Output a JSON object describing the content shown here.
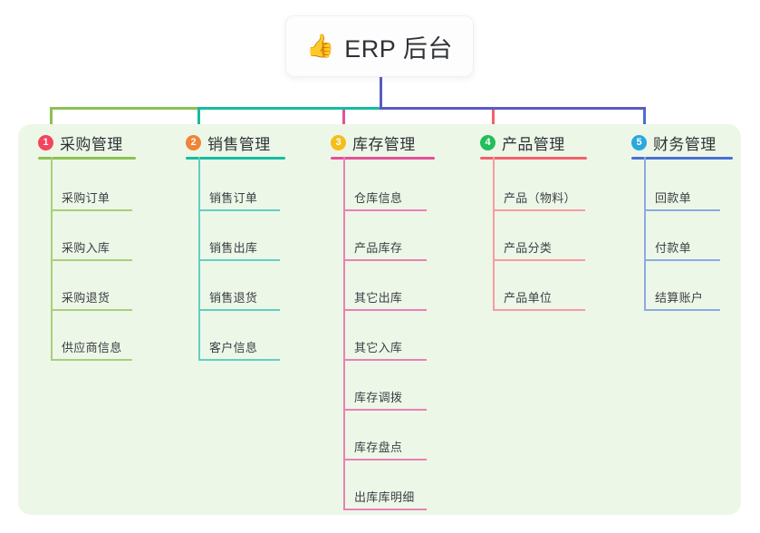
{
  "diagram": {
    "type": "mindmap-tree",
    "canvas_bg": "#ffffff",
    "panel_bg": "#EDF7E7",
    "root": {
      "icon": "thumbs-up-icon",
      "icon_glyph": "👍",
      "title": "ERP 后台",
      "connector_color": "#5B5BC4"
    },
    "bus": {
      "segments": [
        {
          "color": "#8CC152"
        },
        {
          "color": "#17BCA0"
        },
        {
          "color": "#5B5BC4"
        }
      ]
    },
    "branches": [
      {
        "index": "1",
        "title": "采购管理",
        "badge_color": "#F4445E",
        "line_color": "#8CC152",
        "leaf_color": "#A9CE7C",
        "items": [
          "采购订单",
          "采购入库",
          "采购退货",
          "供应商信息"
        ]
      },
      {
        "index": "2",
        "title": "销售管理",
        "badge_color": "#F08437",
        "line_color": "#17BCA0",
        "leaf_color": "#62CFC0",
        "items": [
          "销售订单",
          "销售出库",
          "销售退货",
          "客户信息"
        ]
      },
      {
        "index": "3",
        "title": "库存管理",
        "badge_color": "#F5BE1A",
        "line_color": "#E4509A",
        "leaf_color": "#EC7FB5",
        "items": [
          "仓库信息",
          "产品库存",
          "其它出库",
          "其它入库",
          "库存调拨",
          "库存盘点",
          "出库库明细"
        ]
      },
      {
        "index": "4",
        "title": "产品管理",
        "badge_color": "#23BE5C",
        "line_color": "#F4606C",
        "leaf_color": "#F79BA2",
        "items": [
          "产品（物料）",
          "产品分类",
          "产品单位"
        ]
      },
      {
        "index": "5",
        "title": "财务管理",
        "badge_color": "#28A9E0",
        "line_color": "#4A6FD4",
        "leaf_color": "#8EA9E4",
        "items": [
          "回款单",
          "付款单",
          "结算账户"
        ]
      }
    ]
  }
}
